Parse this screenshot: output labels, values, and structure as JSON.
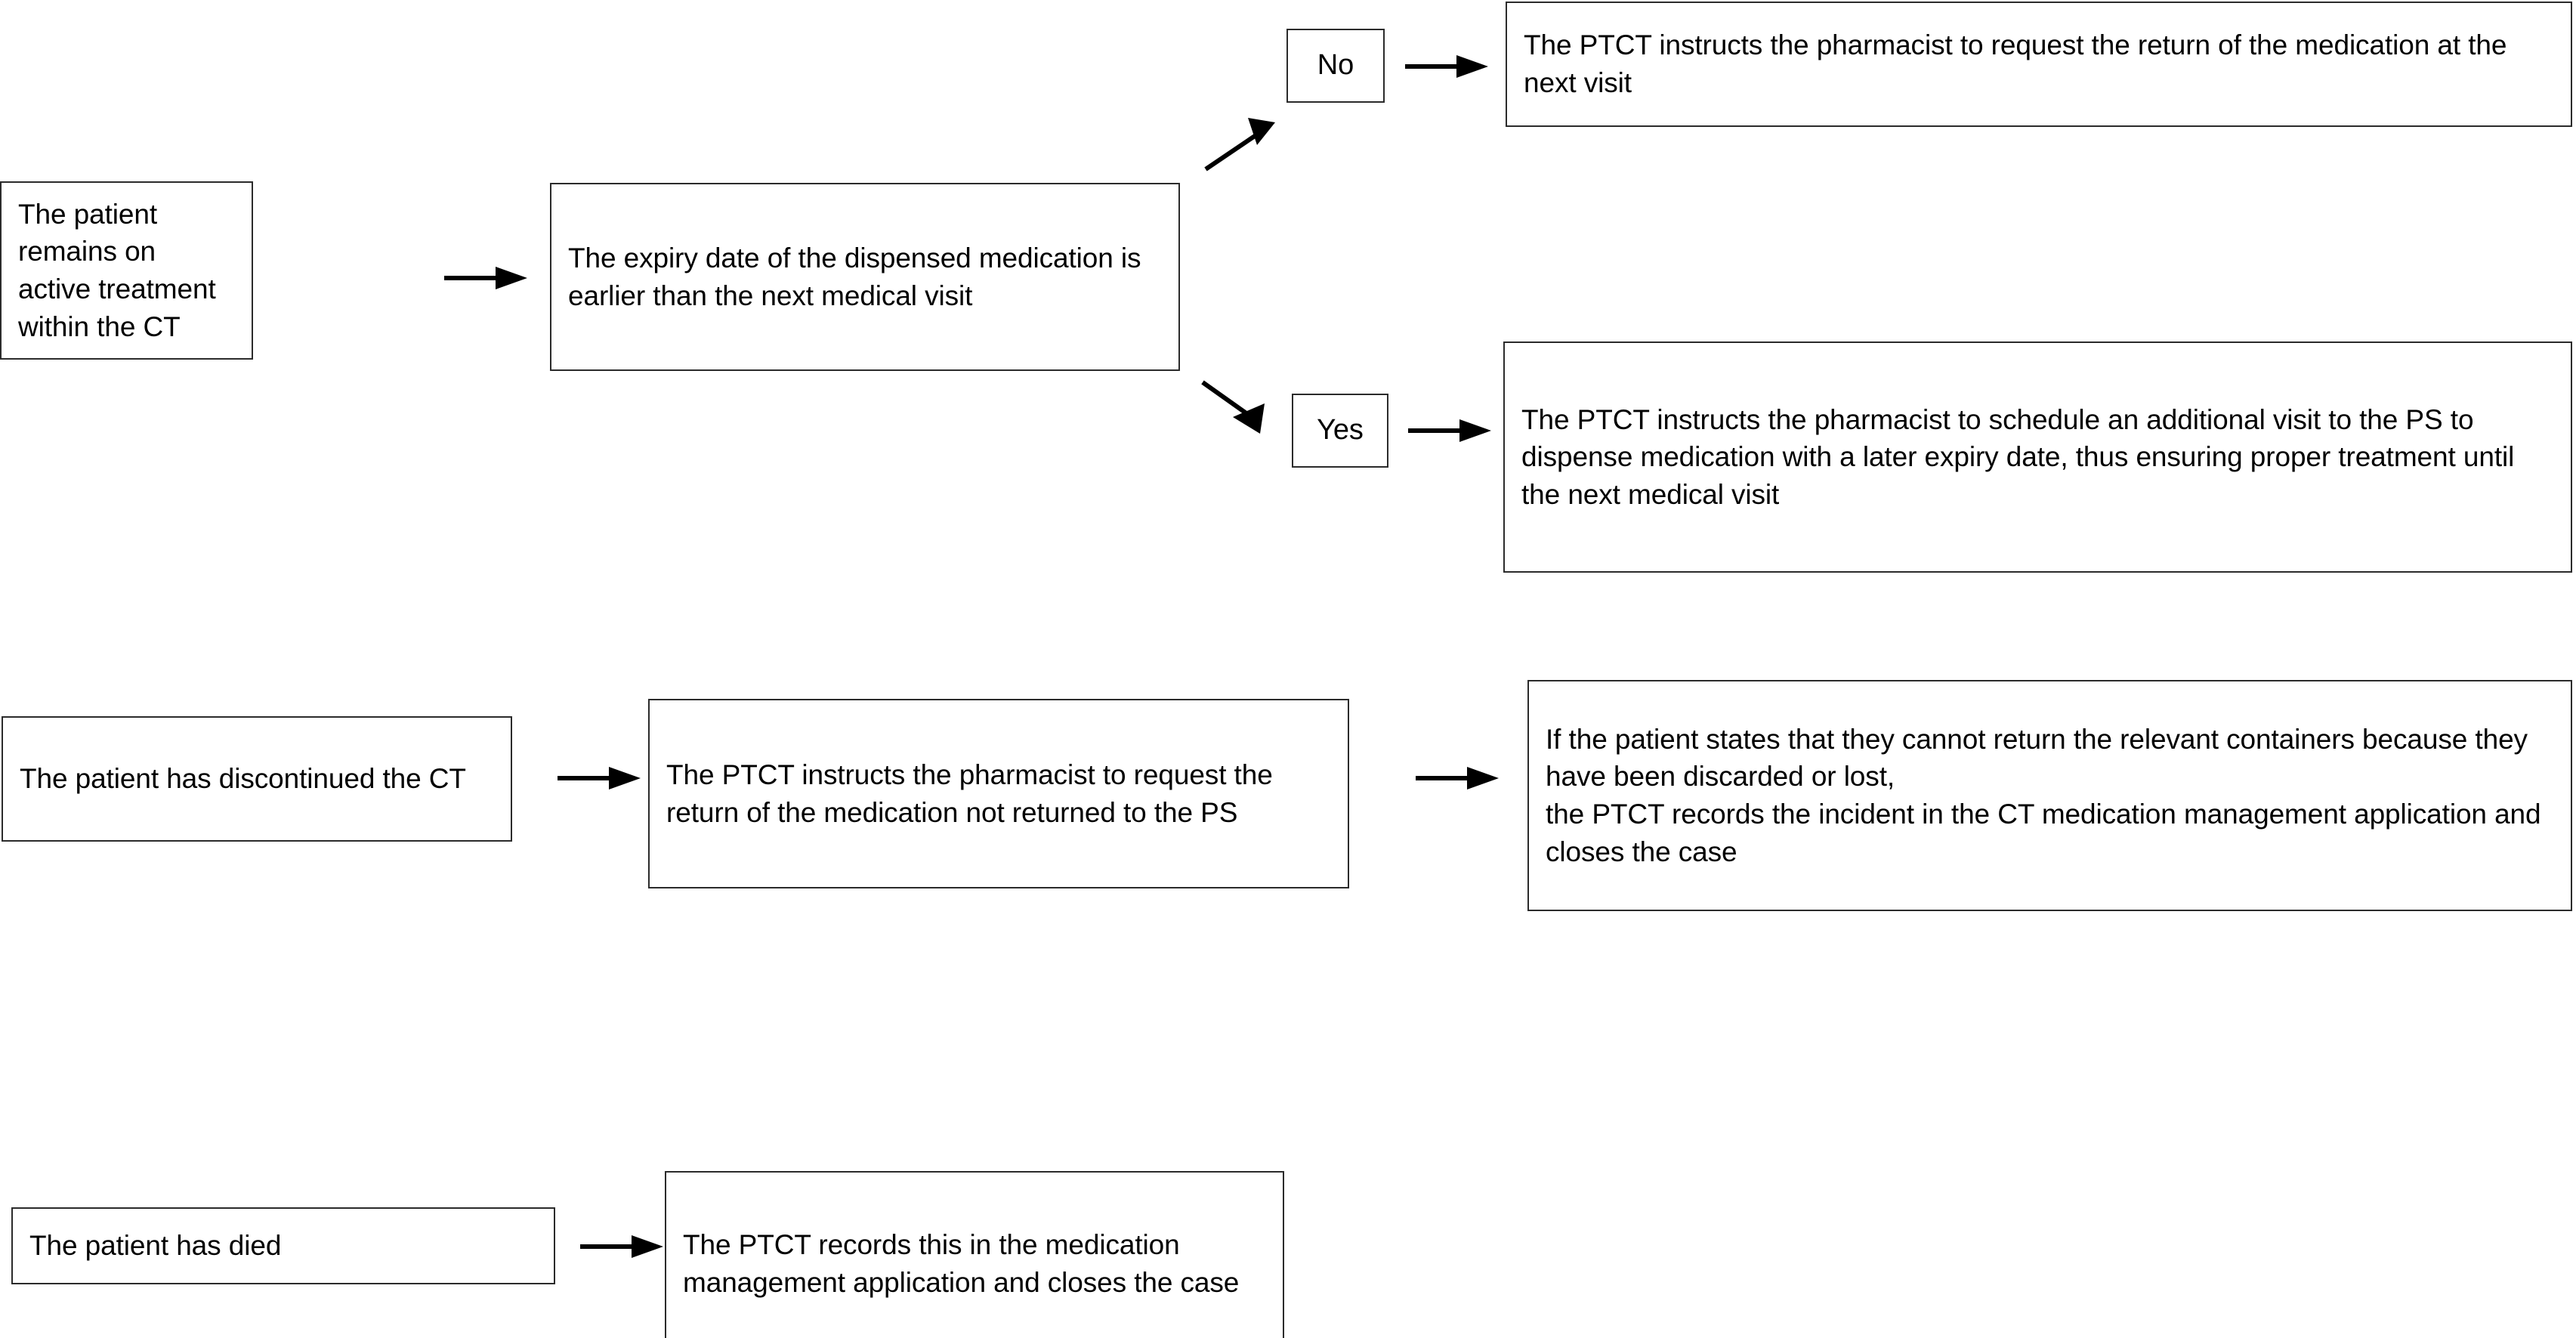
{
  "diagram": {
    "type": "flowchart",
    "orientation": "left-to-right",
    "background_color": "#ffffff",
    "line_color": "#000000",
    "box_border_color": "#2b2b2b",
    "text_color": "#000000"
  },
  "nodes": {
    "active_treatment": {
      "text": "The patient remains on active treatment within the CT",
      "role": "start"
    },
    "expiry_check": {
      "text": "The expiry date of the dispensed medication is earlier than the next medical visit",
      "role": "decision"
    },
    "label_no": {
      "text": "No",
      "role": "branch-label"
    },
    "label_yes": {
      "text": "Yes",
      "role": "branch-label"
    },
    "outcome_no": {
      "text": "The PTCT instructs the pharmacist to request the return of the medication at the next visit",
      "role": "outcome"
    },
    "outcome_yes": {
      "text": "The PTCT instructs the pharmacist to schedule an additional visit to the PS to dispense medication with a later expiry date, thus ensuring proper treatment until the next medical visit",
      "role": "outcome"
    },
    "discontinued": {
      "text": "The patient has discontinued the CT",
      "role": "start"
    },
    "discontinued_step": {
      "text": "The PTCT instructs the pharmacist to request the return of the medication not returned to the PS",
      "role": "process"
    },
    "discontinued_outcome": {
      "text": "If the patient states that they cannot return the relevant containers because they have been discarded or lost,\nthe PTCT records the incident in the CT medication management application and closes the case",
      "role": "outcome"
    },
    "died": {
      "text": "The patient has died",
      "role": "start"
    },
    "died_outcome": {
      "text": "The PTCT records this in the medication management application and closes the case",
      "role": "outcome"
    }
  },
  "connectors": [
    {
      "name": "active-to-expiry",
      "from": "active_treatment",
      "to": "expiry_check",
      "style": "straight-right",
      "label": ""
    },
    {
      "name": "expiry-to-no",
      "from": "expiry_check",
      "to": "label_no",
      "style": "diagonal-up-right",
      "label": ""
    },
    {
      "name": "expiry-to-yes",
      "from": "expiry_check",
      "to": "label_yes",
      "style": "diagonal-down-right",
      "label": ""
    },
    {
      "name": "no-to-outcome",
      "from": "label_no",
      "to": "outcome_no",
      "style": "straight-right",
      "label": ""
    },
    {
      "name": "yes-to-outcome",
      "from": "label_yes",
      "to": "outcome_yes",
      "style": "straight-right",
      "label": ""
    },
    {
      "name": "discontinued-to-step",
      "from": "discontinued",
      "to": "discontinued_step",
      "style": "straight-right",
      "label": ""
    },
    {
      "name": "step-to-outcome",
      "from": "discontinued_step",
      "to": "discontinued_outcome",
      "style": "straight-right",
      "label": ""
    },
    {
      "name": "died-to-outcome",
      "from": "died",
      "to": "died_outcome",
      "style": "straight-right",
      "label": ""
    }
  ]
}
